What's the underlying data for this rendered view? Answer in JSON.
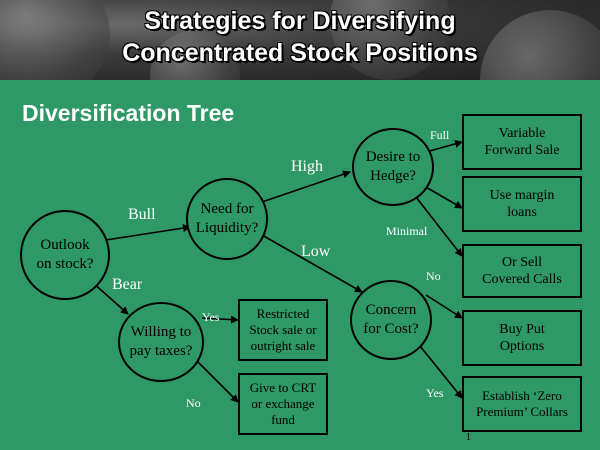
{
  "title": {
    "line1": "Strategies for Diversifying",
    "line2": "Concentrated Stock Positions"
  },
  "subtitle": "Diversification Tree",
  "nodes": {
    "outlook": {
      "line1": "Outlook",
      "line2": "on stock?"
    },
    "liquidity": {
      "line1": "Need for",
      "line2": "Liquidity?"
    },
    "taxes": {
      "line1": "Willing to",
      "line2": "pay taxes?"
    },
    "hedge": {
      "line1": "Desire to",
      "line2": "Hedge?"
    },
    "cost": {
      "line1": "Concern",
      "line2": "for Cost?"
    }
  },
  "outcomes": {
    "variable_forward": {
      "line1": "Variable",
      "line2": "Forward Sale"
    },
    "margin_loans": {
      "line1": "Use margin",
      "line2": "loans"
    },
    "covered_calls": {
      "line1": "Or Sell",
      "line2": "Covered Calls"
    },
    "put_options": {
      "line1": "Buy Put",
      "line2": "Options"
    },
    "zero_premium": {
      "line1": "Establish ‘Zero",
      "line2": "Premium’ Collars"
    },
    "restricted_stock": {
      "line1": "Restricted",
      "line2": "Stock sale or",
      "line3": "outright sale"
    },
    "crt": {
      "line1": "Give to CRT",
      "line2": "or exchange",
      "line3": "fund"
    }
  },
  "edge_labels": {
    "bull": "Bull",
    "bear": "Bear",
    "high": "High",
    "low": "Low",
    "full": "Full",
    "minimal": "Minimal",
    "cost_no": "No",
    "cost_yes": "Yes",
    "taxes_yes": "Yes",
    "taxes_no": "No"
  },
  "page_number": "1",
  "colors": {
    "background": "#2f9867",
    "text_white": "#ffffff",
    "outline": "#000000"
  }
}
